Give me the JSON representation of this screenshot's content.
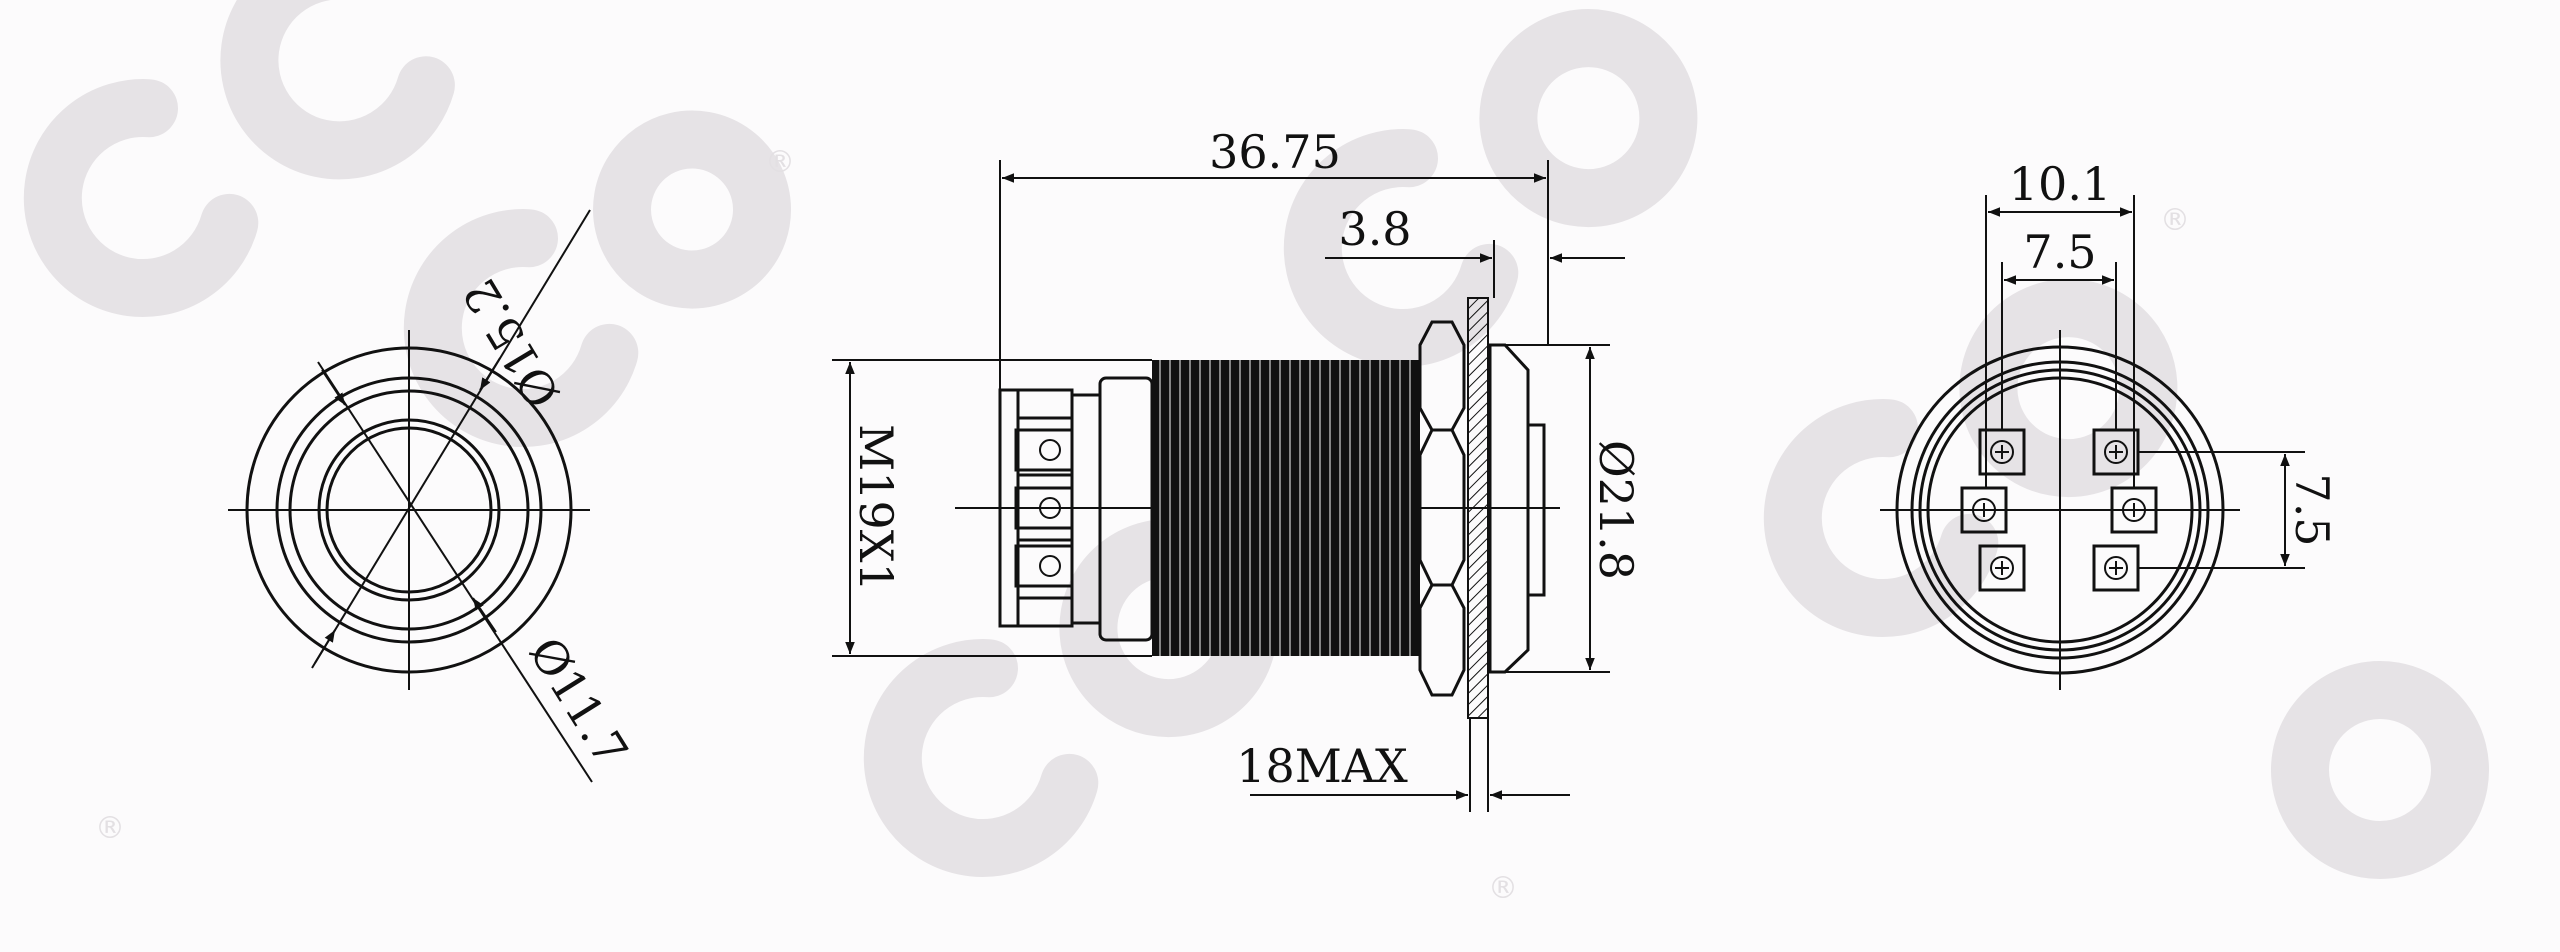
{
  "drawing": {
    "front_view": {
      "outer_diameter_label": "Ø15.2",
      "inner_diameter_label": "Ø11.7"
    },
    "side_view": {
      "total_length_label": "36.75",
      "flange_thickness_label": "3.8",
      "thread_label": "M19X1",
      "flange_diameter_label": "Ø21.8",
      "panel_max_label": "18MAX"
    },
    "rear_view": {
      "outer_pin_span_label": "10.1",
      "inner_pin_span_label": "7.5",
      "vertical_pin_span_label": "7.5"
    }
  },
  "watermark": {
    "registered_mark": "®",
    "color": "#e6e3e6"
  },
  "colors": {
    "line": "#111111",
    "background": "#fcfbfc"
  }
}
